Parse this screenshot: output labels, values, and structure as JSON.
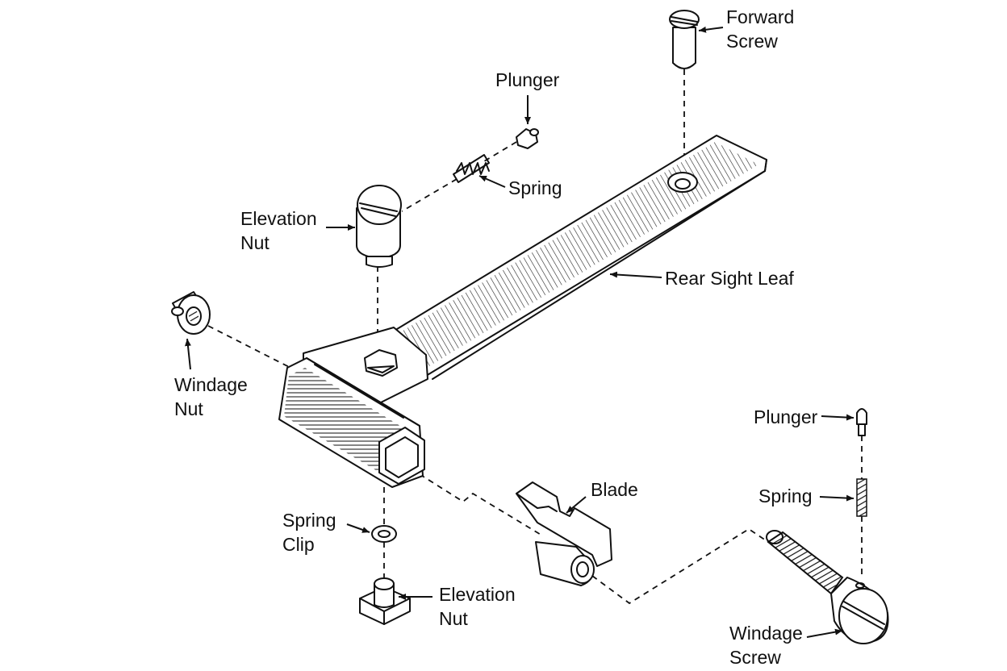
{
  "diagram": {
    "labels": {
      "forward_screw": [
        "Forward",
        "Screw"
      ],
      "plunger_top": "Plunger",
      "spring_top": "Spring",
      "elevation_nut_top": [
        "Elevation",
        "Nut"
      ],
      "rear_sight_leaf": "Rear Sight Leaf",
      "windage_nut": [
        "Windage",
        "Nut"
      ],
      "plunger_right": "Plunger",
      "blade": "Blade",
      "spring_right": "Spring",
      "spring_clip": [
        "Spring",
        "Clip"
      ],
      "elevation_nut_bottom": [
        "Elevation",
        "Nut"
      ],
      "windage_screw": [
        "Windage",
        "Screw"
      ]
    },
    "colors": {
      "ink": "#111111",
      "background": "#ffffff"
    }
  }
}
